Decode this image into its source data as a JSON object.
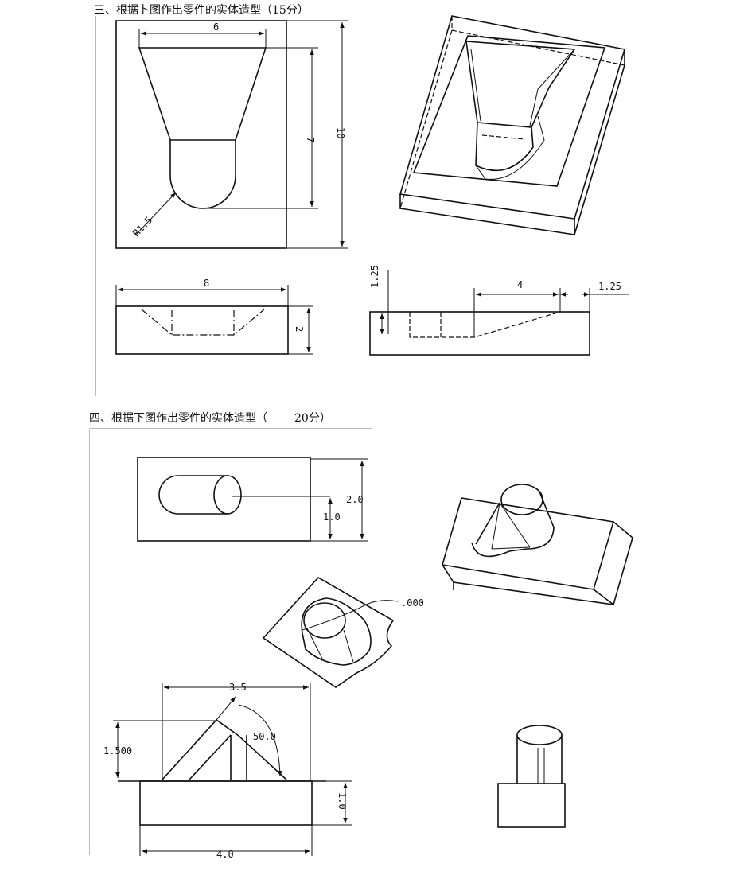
{
  "section3": {
    "title": "三、根据卜图作出零件的实体造型（15分）",
    "dims": {
      "top_width": "6",
      "depth": "7",
      "overall_height": "10",
      "radius": "R1.5",
      "front_width": "8",
      "front_height": "2",
      "side_top": "1.25",
      "side_length": "4",
      "side_right": "1.25"
    }
  },
  "section4": {
    "title_prefix": "四、根据下图作出零件的实体造型（",
    "title_score": "20分）",
    "dims": {
      "height_total": "2.0",
      "height_half": "1.0",
      "callout": ".000",
      "top_width": "3.5",
      "angle": "50.0",
      "left_height": "1.500",
      "base_height": "1.0",
      "base_width": "4.0"
    }
  }
}
